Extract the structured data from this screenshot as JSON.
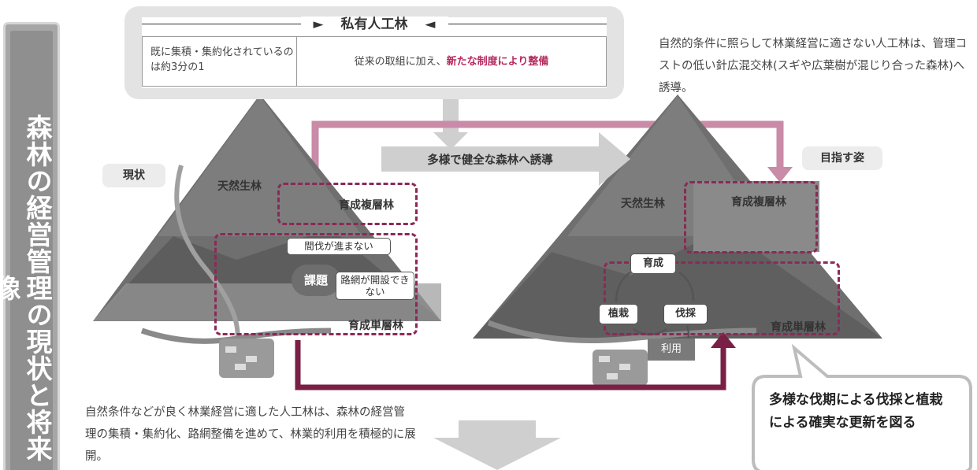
{
  "side_title": "森林の経営管理の現状と将来像",
  "top_box": {
    "header": "私有人工林",
    "left_cell": "既に集積・集約化されているのは約3分の1",
    "right_prefix": "従来の取組に加え、",
    "right_highlight": "新たな制度により整備"
  },
  "right_note": "自然的条件に照らして林業経営に適さない人工林は、管理コストの低い針広混交林(スギや広葉樹が混じり合った森林)へ誘導。",
  "left_note": "自然条件などが良く林業経営に適した人工林は、森林の経営管理の集積・集約化、路網整備を進めて、林業的利用を積極的に展開。",
  "center_arrow_label": "多様で健全な森林へ誘導",
  "current": {
    "badge": "現状",
    "natural_forest": "天然生林",
    "multi_layer": "育成複層林",
    "single_layer": "育成単層林",
    "issue_1": "間伐が進まない",
    "issue_label": "課題",
    "issue_2": "路網が開設できない"
  },
  "target": {
    "badge": "目指す姿",
    "natural_forest": "天然生林",
    "multi_layer": "育成複層林",
    "single_layer": "育成単層林",
    "cycle_grow": "育成",
    "cycle_plant": "植栽",
    "cycle_harvest": "伐採",
    "cycle_use": "利用"
  },
  "callout": "多様な伐期による伐採と植栽による確実な更新を図る",
  "colors": {
    "accent": "#b5295e",
    "dash_border": "#8b2a55",
    "pink_arrow": "#c98ba7",
    "dark_arrow": "#7a1f45",
    "gray_arrow": "#cfcfcf",
    "side_bar": "#8f8f8f"
  }
}
